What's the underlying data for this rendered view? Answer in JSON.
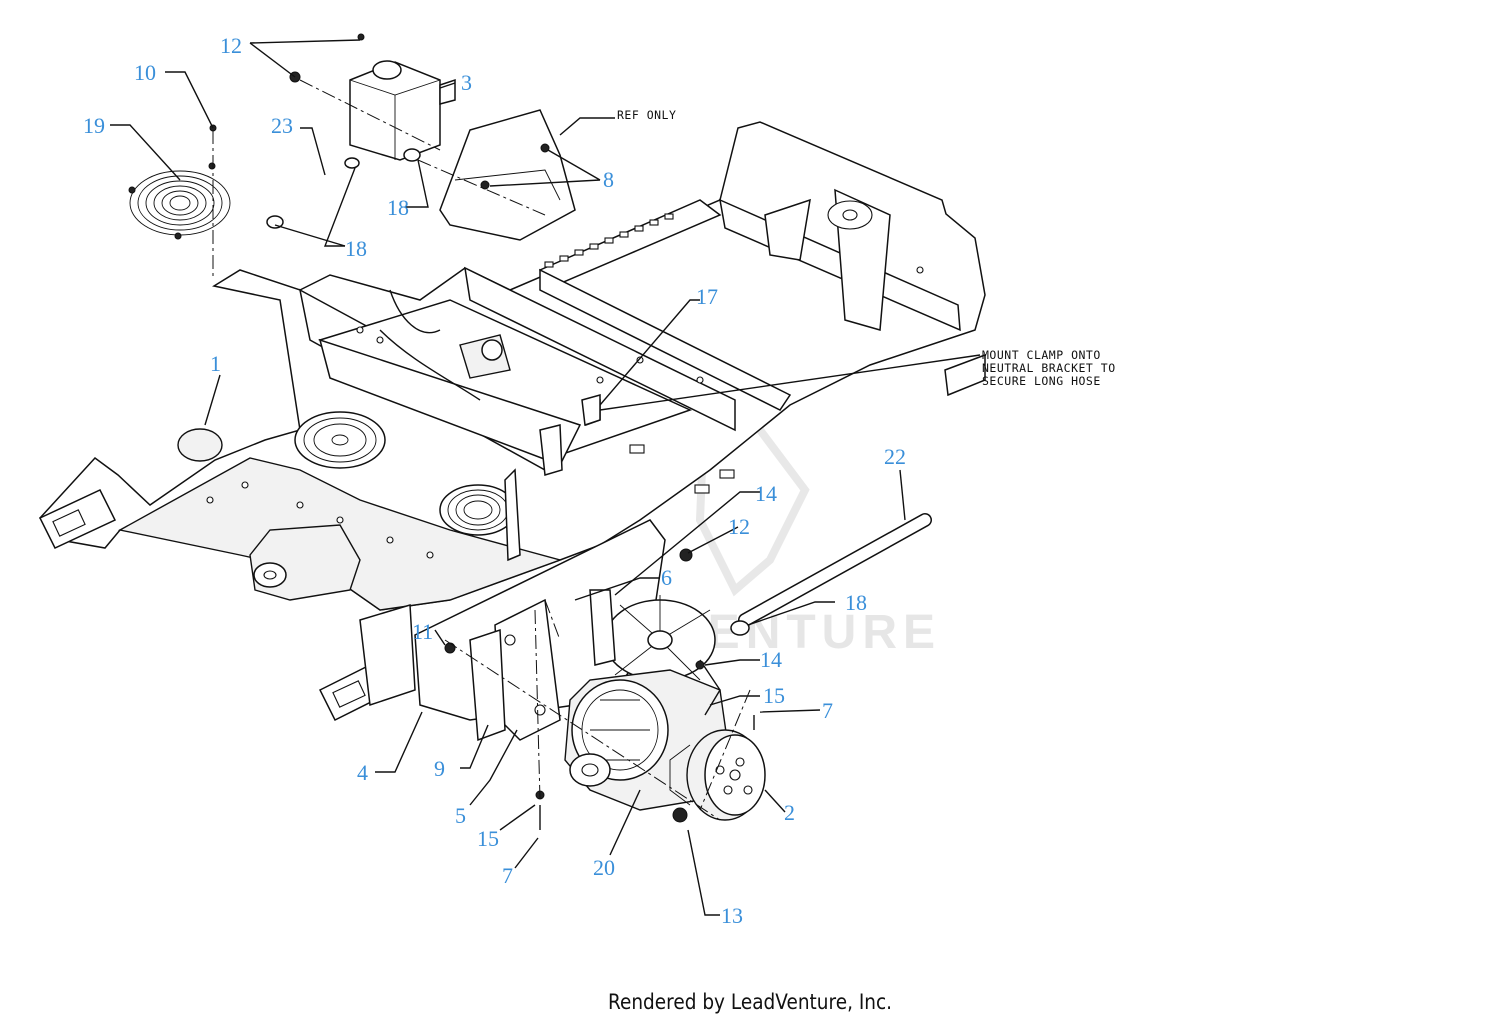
{
  "watermark": "LEADVENTURE",
  "footer": "Rendered by LeadVenture, Inc.",
  "notes": {
    "ref_only": "REF ONLY",
    "mount_line1": "MOUNT CLAMP ONTO",
    "mount_line2": "NEUTRAL BRACKET TO",
    "mount_line3": "SECURE LONG HOSE"
  },
  "callouts": {
    "c1": "1",
    "c2": "2",
    "c3": "3",
    "c4": "4",
    "c5": "5",
    "c6": "6",
    "c7a": "7",
    "c7b": "7",
    "c8": "8",
    "c9": "9",
    "c10": "10",
    "c11": "11",
    "c12a": "12",
    "c12b": "12",
    "c13": "13",
    "c14a": "14",
    "c14b": "14",
    "c15a": "15",
    "c15b": "15",
    "c17": "17",
    "c18a": "18",
    "c18b": "18",
    "c18c": "18",
    "c19": "19",
    "c20": "20",
    "c22": "22",
    "c23": "23"
  },
  "colors": {
    "callout": "#3a8fd9",
    "line": "#111111",
    "watermark": "#e6e6e6"
  }
}
